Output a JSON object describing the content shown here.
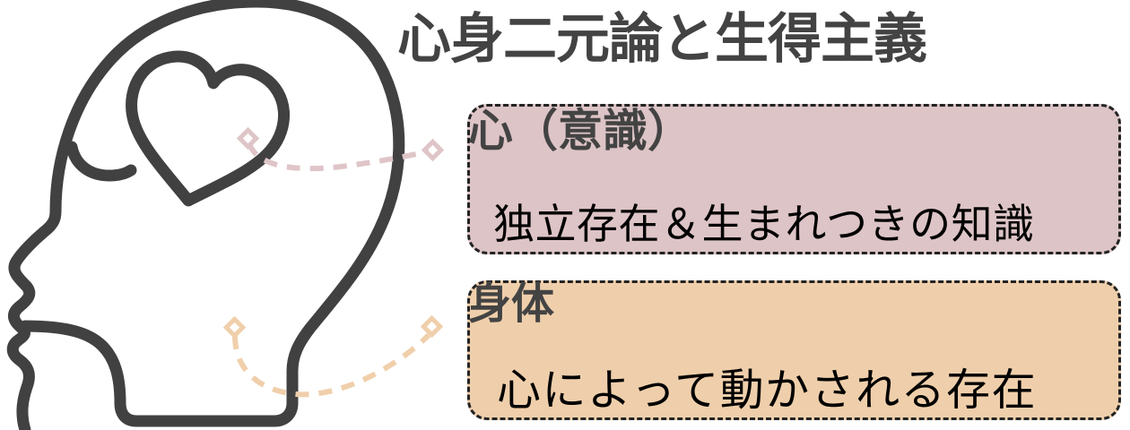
{
  "title": "心身二元論と生得主義",
  "colors": {
    "title_text": "#434343",
    "illustration_stroke": "#414141",
    "mind_box_fill": "#ddc4c6",
    "body_box_fill": "#efcfab",
    "box_border": "#232323",
    "mind_connector": "#dfc5c8",
    "body_connector": "#f0cfab",
    "detail_text": "#000000"
  },
  "illustration": {
    "name": "head-profile-with-heart",
    "parts": [
      "head-outline",
      "closed-eye",
      "heart-outline",
      "neck-shoulders"
    ]
  },
  "connectors": [
    {
      "name": "mind-connector",
      "color": "#dfc5c8",
      "from": "heart-center",
      "to": "mind-box"
    },
    {
      "name": "body-connector",
      "color": "#f0cfab",
      "from": "neck",
      "to": "body-box"
    }
  ],
  "boxes": [
    {
      "id": "mind",
      "heading": "心（意識）",
      "detail": "独立存在＆生まれつきの知識",
      "fill": "#ddc4c6"
    },
    {
      "id": "body",
      "heading": "身体",
      "detail": "心によって動かされる存在",
      "fill": "#efcfab"
    }
  ]
}
